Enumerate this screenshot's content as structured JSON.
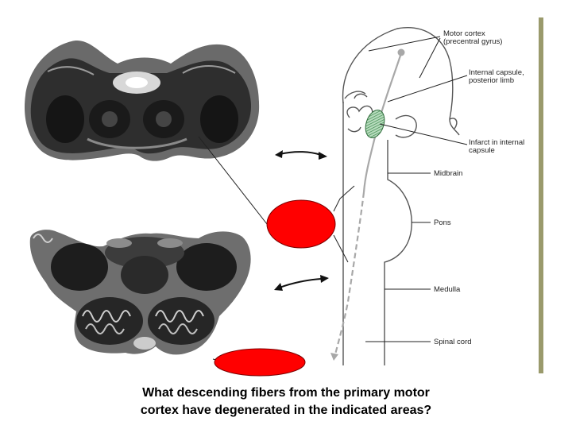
{
  "diagram": {
    "labels": {
      "motor_cortex_line1": "Motor cortex",
      "motor_cortex_line2": "(precentral gyrus)",
      "internal_capsule_line1": "Internal capsule,",
      "internal_capsule_line2": "posterior limb",
      "infarct_line1": "Infarct in internal",
      "infarct_line2": "capsule",
      "midbrain": "Midbrain",
      "pons": "Pons",
      "medulla": "Medulla",
      "spinal_cord": "Spinal cord"
    },
    "colors": {
      "highlight_red": "#ff0000",
      "infarct_green": "#3a8a4a",
      "tract_gray": "#a8a8a8"
    }
  },
  "question": {
    "line1": "What descending fibers from the primary motor",
    "line2": "cortex have degenerated in the indicated areas?"
  }
}
